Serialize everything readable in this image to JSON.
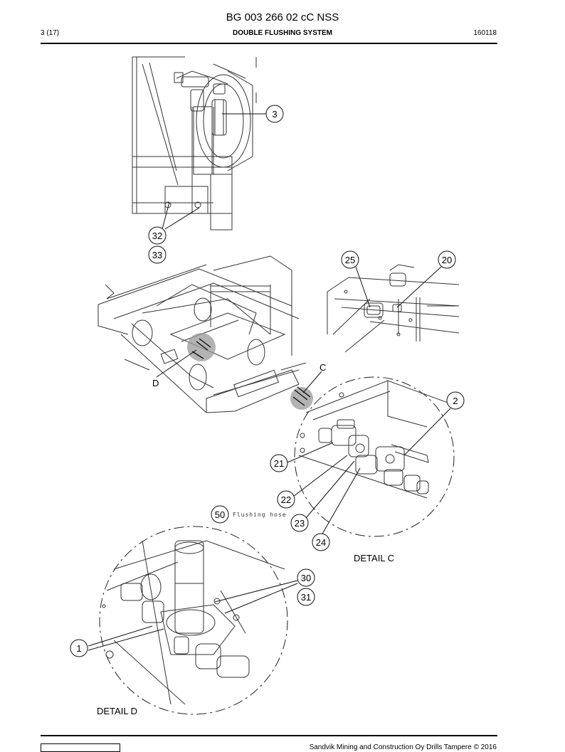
{
  "header": {
    "doc_title": "BG 003 266 02 cC NSS",
    "page": "3 (17)",
    "section_title": "DOUBLE FLUSHING SYSTEM",
    "date": "160118"
  },
  "callouts": [
    "3",
    "32",
    "33",
    "25",
    "20",
    "2",
    "21",
    "22",
    "23",
    "24",
    "50",
    "30",
    "31",
    "1"
  ],
  "letters": {
    "detail_c": "C",
    "detail_d": "D"
  },
  "labels": {
    "flushing_hose": "Flushing hose",
    "detail_c": "DETAIL C",
    "detail_d": "DETAIL D"
  },
  "footer": {
    "copyright": "Sandvik Mining and Construction Oy Drills Tampere © 2016"
  }
}
